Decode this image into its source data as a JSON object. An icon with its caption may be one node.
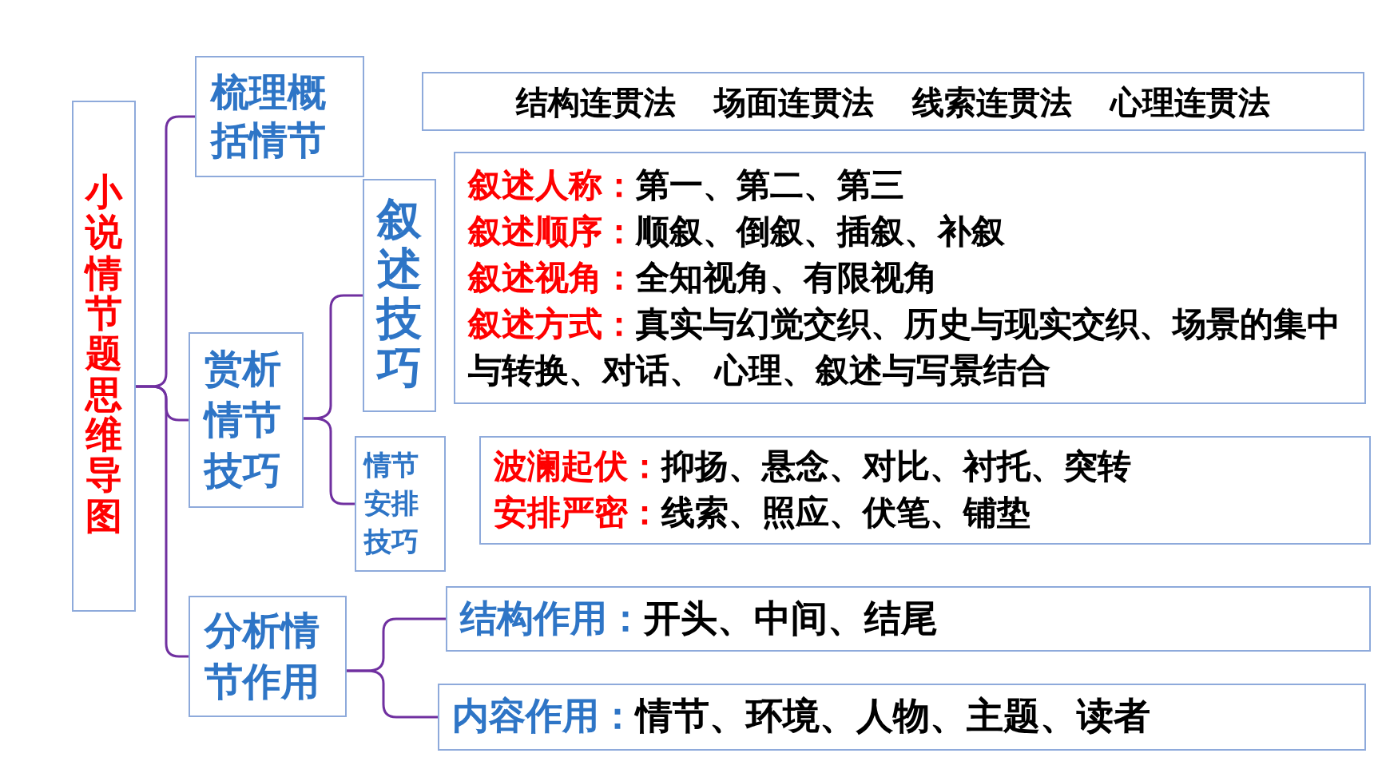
{
  "diagram": {
    "nodes": [
      {
        "text": [
          "小说情节题思维导图"
        ]
      },
      {
        "text": [
          "梳理概括情节"
        ]
      },
      {
        "text": [
          "结构连贯法",
          "场面连贯法",
          "线索连贯法",
          "心理连贯法"
        ]
      },
      {
        "text": [
          "赏析情节技巧"
        ]
      },
      {
        "text": [
          "叙述技巧"
        ]
      },
      {
        "text": [
          "叙述人称：",
          "第一、第二、第三",
          "叙述顺序：",
          "顺叙、倒叙、插叙、补叙",
          "叙述视角：",
          "全知视角、有限视角",
          "叙述方式：",
          "真实与幻觉交织、历史与现实交织、场景的集中与转换、对话、 心理、叙述与写景结合"
        ]
      },
      {
        "text": [
          "情节安排技巧"
        ]
      },
      {
        "text": [
          "波澜起伏：",
          "抑扬、悬念、对比、衬托、突转",
          "安排严密：",
          "线索、照应、伏笔、铺垫"
        ]
      },
      {
        "text": [
          "分析情节作用"
        ]
      },
      {
        "text": [
          "结构作用：",
          "开头、中间、结尾"
        ]
      },
      {
        "text": [
          "内容作用：",
          "情节、环境、人物、主题、读者"
        ]
      }
    ],
    "edges": [
      {
        "from": 0,
        "to": 1,
        "arrow": "none"
      },
      {
        "from": 0,
        "to": 3,
        "arrow": "none"
      },
      {
        "from": 0,
        "to": 8,
        "arrow": "none"
      },
      {
        "from": 3,
        "to": 4,
        "arrow": "none"
      },
      {
        "from": 3,
        "to": 6,
        "arrow": "none"
      },
      {
        "from": 8,
        "to": 9,
        "arrow": "none"
      },
      {
        "from": 8,
        "to": 10,
        "arrow": "none"
      }
    ]
  }
}
